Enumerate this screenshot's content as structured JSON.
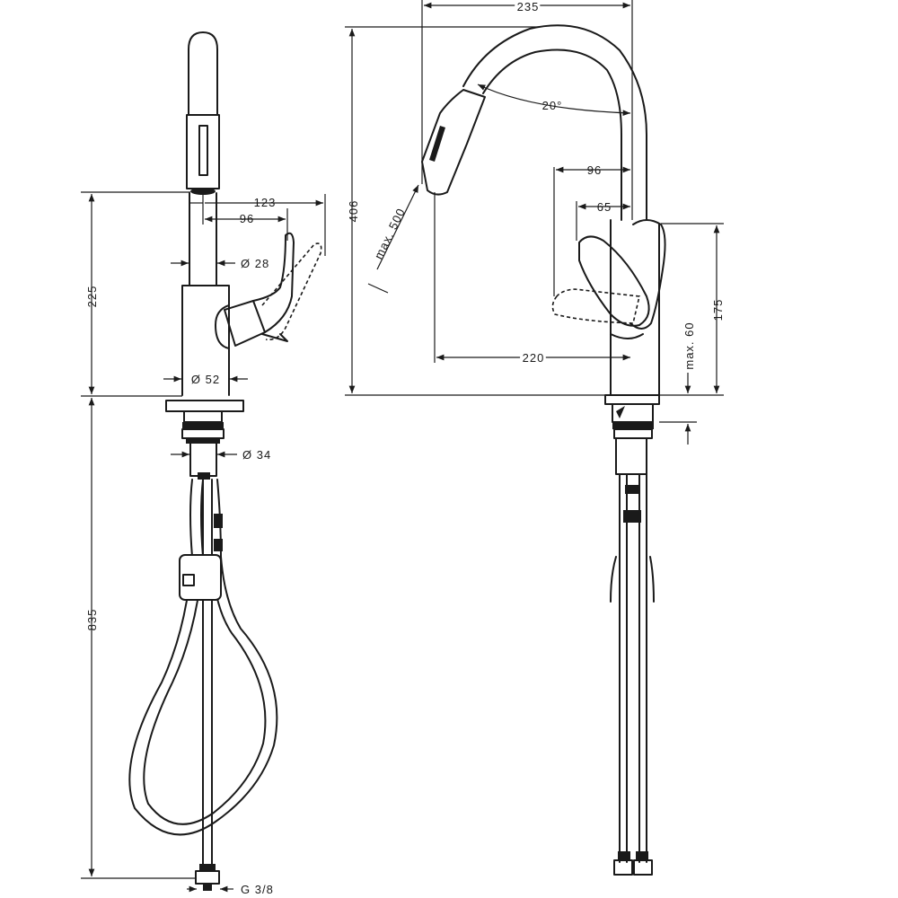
{
  "dimensions": {
    "side_view": {
      "height_above_deck": "225",
      "hose_length": "835",
      "reach_handle": "123",
      "reach_handle_inner": "96",
      "spout_diameter": "Ø 28",
      "body_diameter": "Ø 52",
      "shank_diameter": "Ø 34",
      "connection_thread": "G 3/8"
    },
    "front_view": {
      "overall_width": "235",
      "overall_height": "406",
      "spout_pullout": "max. 500",
      "swivel_angle": "20°",
      "handle_offset_outer": "96",
      "handle_offset_inner": "65",
      "spout_reach": "220",
      "handle_height": "175",
      "deck_thickness": "max. 60"
    }
  }
}
